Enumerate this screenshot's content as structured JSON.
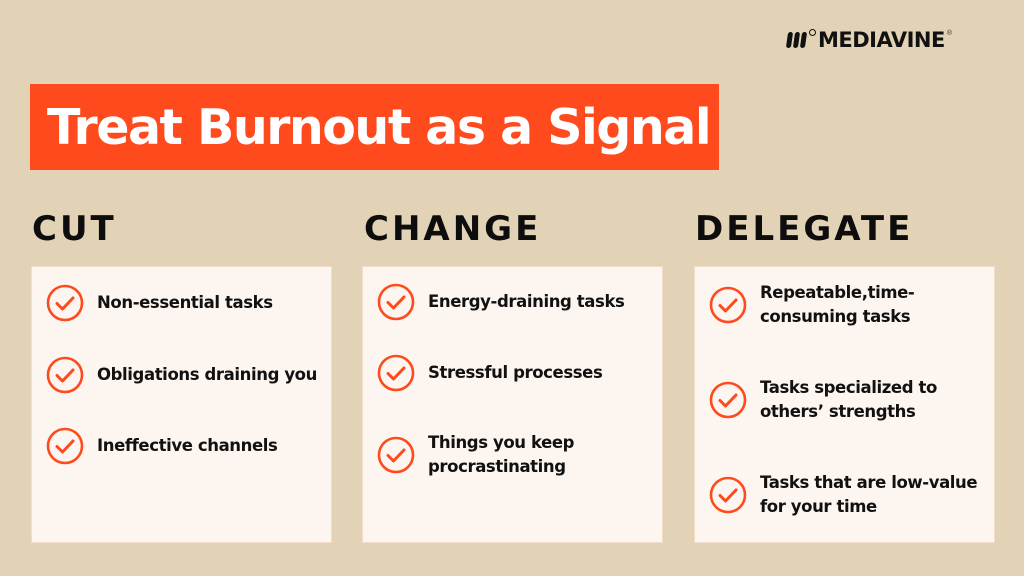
{
  "brand": {
    "logo_text": "MEDIAVINE",
    "registered_mark": "®",
    "logo_icon": "mediavine-leaf-bars-icon"
  },
  "title": {
    "text": "Treat Burnout as a Signal",
    "background_color": "#fe4a1d",
    "text_color": "#ffffff"
  },
  "colors": {
    "page_background": "#e3d3b6",
    "card_background": "#fdf5f0",
    "accent": "#fe4a1d",
    "text": "#111111"
  },
  "columns": [
    {
      "heading": "CUT",
      "items": [
        {
          "icon": "check-circle-icon",
          "text": "Non-essential tasks"
        },
        {
          "icon": "check-circle-icon",
          "text": "Obligations draining you"
        },
        {
          "icon": "check-circle-icon",
          "text": "Ineffective channels"
        }
      ]
    },
    {
      "heading": "CHANGE",
      "items": [
        {
          "icon": "check-circle-icon",
          "text": "Energy-draining tasks"
        },
        {
          "icon": "check-circle-icon",
          "text": "Stressful processes"
        },
        {
          "icon": "check-circle-icon",
          "text": "Things you keep\nprocrastinating"
        }
      ]
    },
    {
      "heading": "DELEGATE",
      "items": [
        {
          "icon": "check-circle-icon",
          "text": "Repeatable,time-\nconsuming tasks"
        },
        {
          "icon": "check-circle-icon",
          "text": "Tasks specialized to\nothers’ strengths"
        },
        {
          "icon": "check-circle-icon",
          "text": "Tasks that are low-value\nfor your time"
        }
      ]
    }
  ]
}
